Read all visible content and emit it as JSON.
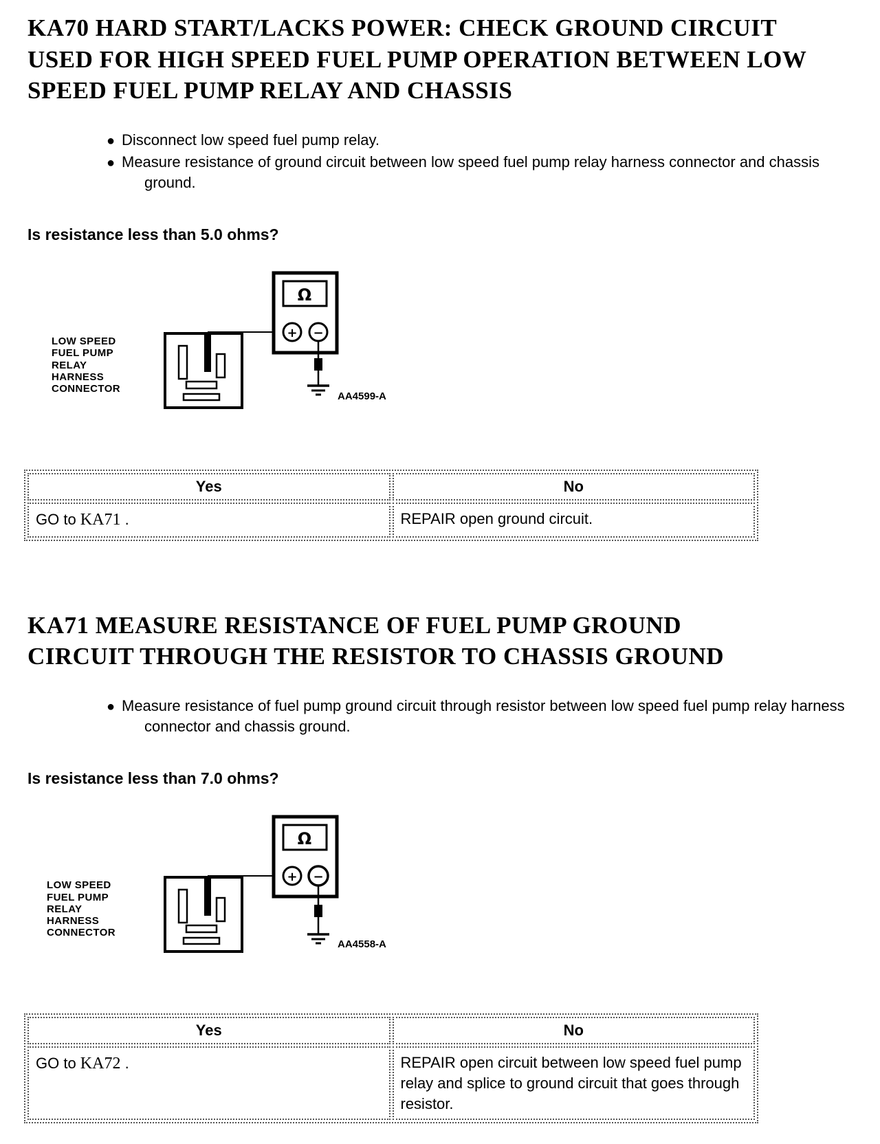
{
  "ka70": {
    "title": "KA70 HARD START/LACKS POWER: CHECK GROUND CIRCUIT USED FOR HIGH SPEED FUEL PUMP OPERATION BETWEEN LOW SPEED FUEL PUMP RELAY AND CHASSIS",
    "bullets": [
      "Disconnect low speed fuel pump relay.",
      "Measure resistance of ground circuit between low speed fuel pump relay harness connector and chassis ground."
    ],
    "question": "Is resistance less than 5.0 ohms?",
    "diagram": {
      "connector_label": "LOW SPEED\nFUEL PUMP\nRELAY\nHARNESS\nCONNECTOR",
      "meter_symbol": "Ω",
      "plus_label": "+",
      "minus_label": "−",
      "figure_code": "AA4599-A"
    },
    "table": {
      "header_yes": "Yes",
      "header_no": "No",
      "yes_prefix": "GO to ",
      "yes_link": "KA71",
      "yes_suffix": " .",
      "no_text": "REPAIR open ground circuit."
    }
  },
  "ka71": {
    "title": "KA71 MEASURE RESISTANCE OF FUEL PUMP GROUND CIRCUIT THROUGH THE RESISTOR TO CHASSIS GROUND",
    "bullets": [
      "Measure resistance of fuel pump ground circuit through resistor between low speed fuel pump relay harness connector and chassis ground."
    ],
    "question": "Is resistance less than 7.0 ohms?",
    "diagram": {
      "connector_label": "LOW SPEED\nFUEL PUMP\nRELAY\nHARNESS\nCONNECTOR",
      "meter_symbol": "Ω",
      "plus_label": "+",
      "minus_label": "−",
      "figure_code": "AA4558-A"
    },
    "table": {
      "header_yes": "Yes",
      "header_no": "No",
      "yes_prefix": "GO to ",
      "yes_link": "KA72",
      "yes_suffix": " .",
      "no_text": "REPAIR open circuit between low speed fuel pump relay and splice to ground circuit that goes through resistor."
    }
  }
}
